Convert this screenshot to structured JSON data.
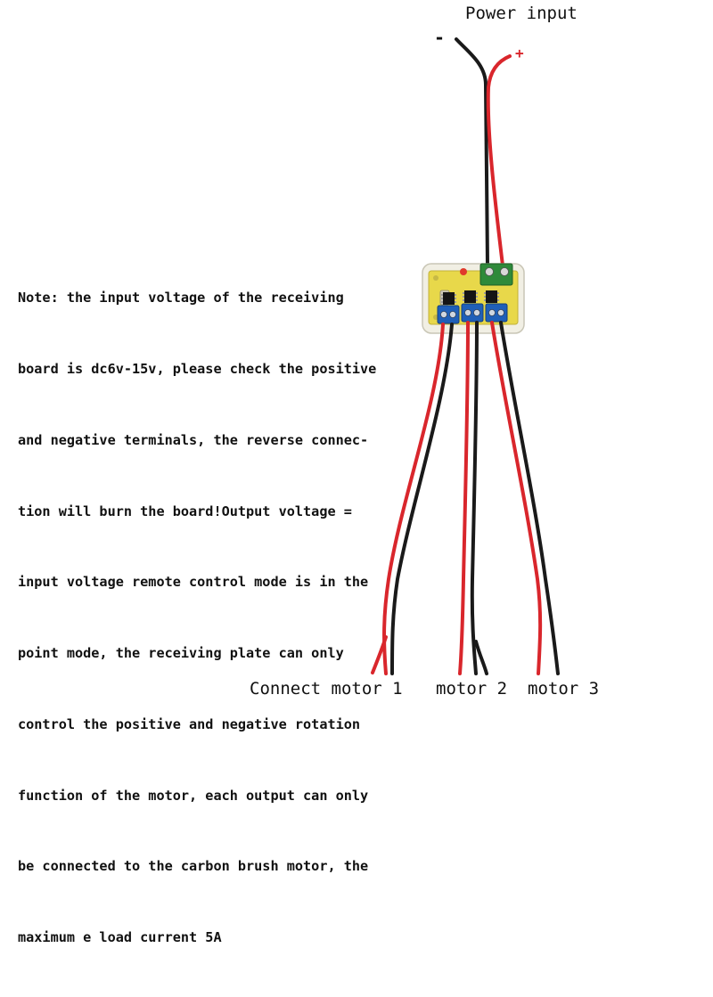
{
  "labels": {
    "power_input": "Power input",
    "negative": "-",
    "positive": "+"
  },
  "note": {
    "lines": [
      "Note: the input voltage of the receiving",
      "board is dc6v-15v, please check the positive",
      "and negative terminals, the reverse connec-",
      "tion will burn the board!Output voltage =",
      "input voltage remote control mode is in the",
      "point mode, the receiving plate can only",
      "control the positive and negative rotation",
      "function of the motor, each output can only",
      "be connected to the carbon brush motor, the",
      "maximum e load current 5A"
    ]
  },
  "motors": {
    "motor1": "Connect motor 1",
    "motor2": "motor 2",
    "motor3": "motor 3"
  },
  "colors": {
    "wire_red": "#d9262c",
    "wire_black": "#1a1a1a",
    "board_pcb": "#e8d84a",
    "terminal_blue": "#1f5fb8",
    "terminal_green": "#2f8a3a",
    "chip_black": "#151515",
    "led_red": "#e0392b"
  }
}
